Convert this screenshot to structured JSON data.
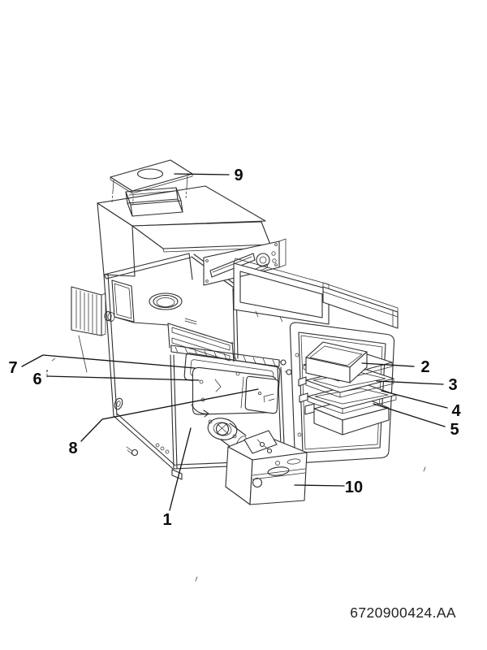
{
  "page": {
    "background": "#ffffff"
  },
  "colors": {
    "line": "#2e2e2e",
    "leader": "#141414",
    "label": "#0b0b0b",
    "background": "#ffffff"
  },
  "diagram": {
    "type": "exploded-parts-diagram",
    "callouts": [
      {
        "number": "1"
      },
      {
        "number": "2"
      },
      {
        "number": "3"
      },
      {
        "number": "4"
      },
      {
        "number": "5"
      },
      {
        "number": "6"
      },
      {
        "number": "7"
      },
      {
        "number": "8"
      },
      {
        "number": "9"
      },
      {
        "number": "10"
      }
    ],
    "document_number": "6720900424.AA"
  }
}
